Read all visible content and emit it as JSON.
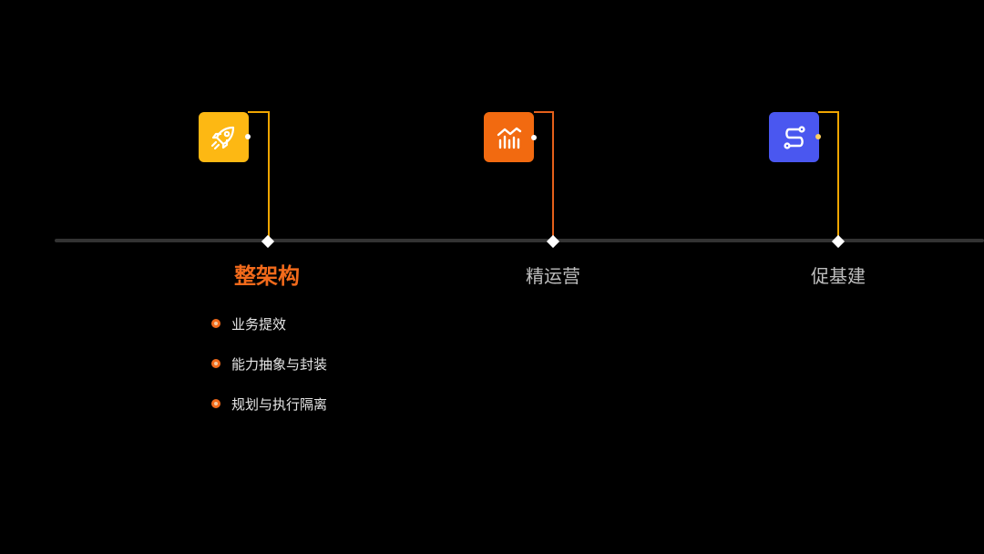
{
  "colors": {
    "background": "#000000",
    "timeline": "#333333",
    "accent": "#f26a1b",
    "inactive_label": "#bdbdbd"
  },
  "nodes": [
    {
      "label": "整架构",
      "icon": "rocket-icon",
      "color": "#fdb813",
      "connector": "#f0a500",
      "active": true
    },
    {
      "label": "精运营",
      "icon": "trend-chart-icon",
      "color": "#f26a10",
      "connector": "#e5601a",
      "active": false
    },
    {
      "label": "促基建",
      "icon": "route-icon",
      "color": "#4a57f0",
      "connector": "#f0a500",
      "active": false
    }
  ],
  "bullets": [
    "业务提效",
    "能力抽象与封装",
    "规划与执行隔离"
  ]
}
